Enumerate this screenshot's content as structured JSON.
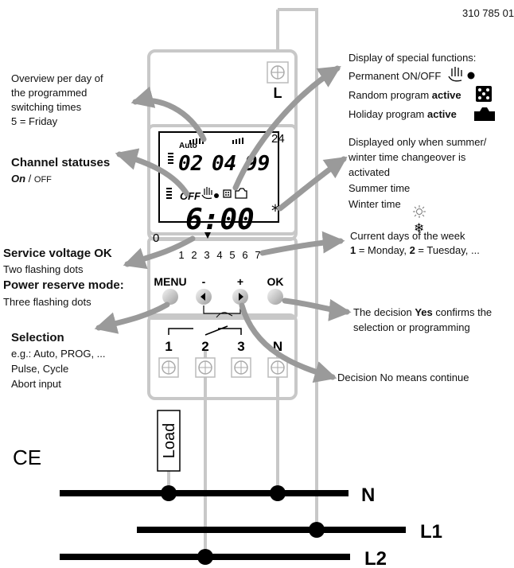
{
  "doc_number": "310 785 01",
  "special_functions": {
    "title": "Display of special functions:",
    "permanent": "Permanent ON/OFF",
    "random_prefix": "Random program ",
    "random_bold": "active",
    "holiday_prefix": "Holiday program ",
    "holiday_bold": "active"
  },
  "overview": {
    "line1": "Overview per day of",
    "line2": "the programmed",
    "line3": "switching times",
    "line4": "5 = Friday"
  },
  "summer_winter": {
    "line1": "Displayed only when summer/",
    "line2": "winter time changeover is",
    "line3": "activated",
    "summer": "Summer time",
    "winter": "Winter time"
  },
  "channel": {
    "title": "Channel statuses",
    "on": "On",
    "sep": " / ",
    "off": "OFF"
  },
  "service": {
    "title": "Service voltage OK",
    "sub": "Two flashing dots"
  },
  "power": {
    "title": "Power reserve mode:",
    "sub": "Three flashing dots"
  },
  "weekdays": {
    "line1": "Current days of the week",
    "line2_b1": "1",
    "line2_t1": " = Monday, ",
    "line2_b2": "2",
    "line2_t2": " = Tuesday, ..."
  },
  "selection": {
    "title": "Selection",
    "l1": "e.g.: Auto, PROG, ...",
    "l2": "Pulse, Cycle",
    "l3": "Abort input"
  },
  "decision_yes": {
    "pre": "The decision ",
    "bold": "Yes",
    "post": " confirms the",
    "line2": "selection or programming"
  },
  "decision_no": "Decision No means continue",
  "device": {
    "terminal_top": "L",
    "lcd_auto": "Auto",
    "lcd_date": [
      "02",
      "04",
      "99"
    ],
    "lcd_off": "OFF",
    "lcd_time": "6:00",
    "lcd_zero": "0",
    "lcd_24": "24",
    "days": [
      "1",
      "2",
      "3",
      "4",
      "5",
      "6",
      "7"
    ],
    "buttons": {
      "menu": "MENU",
      "minus": "-",
      "plus": "+",
      "ok": "OK"
    },
    "terminals": [
      "1",
      "2",
      "3",
      "N"
    ]
  },
  "load": "Load",
  "ce": "CE",
  "lines": {
    "n": "N",
    "l1": "L1",
    "l2": "L2"
  },
  "colors": {
    "device": "#c8c8c8",
    "line": "#000000",
    "arrow": "#9a9a9a"
  }
}
